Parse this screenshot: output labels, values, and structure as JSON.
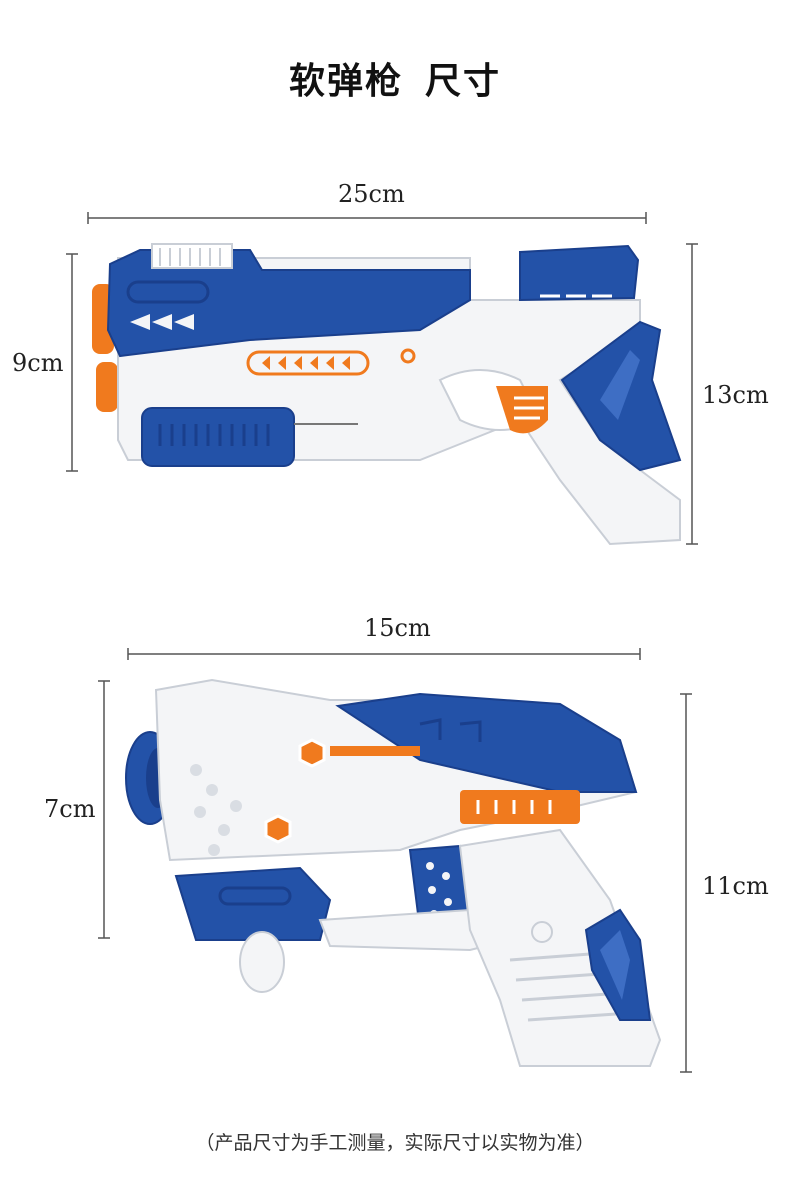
{
  "title": {
    "part1": "软弹枪",
    "part2": "尺寸"
  },
  "product1": {
    "width_label": "25cm",
    "height_left_label": "9cm",
    "height_right_label": "13cm"
  },
  "product2": {
    "width_label": "15cm",
    "height_left_label": "7cm",
    "height_right_label": "11cm"
  },
  "footer_note": "（产品尺寸为手工测量，实际尺寸以实物为准）",
  "colors": {
    "blue": "#2352a8",
    "dark_blue": "#1a3f8c",
    "white_body": "#f4f5f7",
    "grey_body": "#d9dde3",
    "orange": "#f07a1e",
    "line": "#555555"
  }
}
